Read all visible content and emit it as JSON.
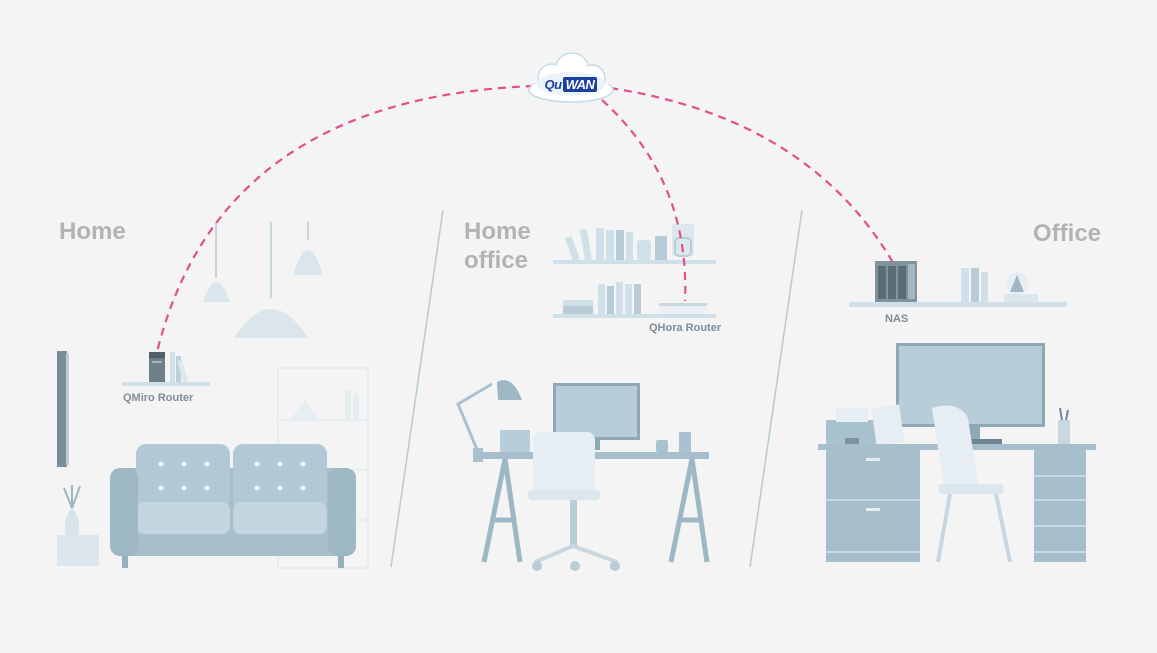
{
  "logo": {
    "brand_prefix": "Qu",
    "brand_suffix": "WAN",
    "icon": "cloud-icon"
  },
  "zones": {
    "home": {
      "title": "Home"
    },
    "home_office": {
      "title_line1": "Home",
      "title_line2": "office"
    },
    "office": {
      "title": "Office"
    }
  },
  "devices": {
    "qmiro": {
      "label": "QMiro Router",
      "icon": "router-icon"
    },
    "qhora": {
      "label": "QHora Router",
      "icon": "router-icon"
    },
    "nas": {
      "label": "NAS",
      "icon": "nas-icon"
    }
  },
  "connections": [
    {
      "from": "QuWAN",
      "to": "QMiro Router"
    },
    {
      "from": "QuWAN",
      "to": "QHora Router"
    },
    {
      "from": "QuWAN",
      "to": "NAS"
    }
  ],
  "colors": {
    "link": "#e0508f",
    "furniture": "#a9c2cf",
    "furniture_light": "#cfe0e8",
    "title": "#b3b3b3",
    "background": "#f4f4f4"
  }
}
